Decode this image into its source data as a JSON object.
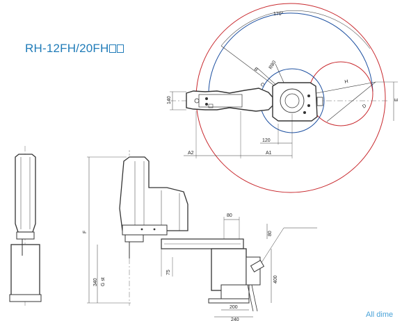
{
  "title": {
    "prefix": "RH-12FH/20FH"
  },
  "angle_label": "170°",
  "top_view": {
    "labels": {
      "B": "B",
      "R80": "R80",
      "C": "C",
      "H": "H",
      "D": "D",
      "E": "E",
      "A1": "A1",
      "A2": "A2"
    },
    "dims": {
      "d140": "140",
      "d120": "120"
    }
  },
  "side_view": {
    "labels": {
      "F": "F",
      "Gst": "G st"
    },
    "dims": {
      "d80a": "80",
      "d80b": "80",
      "d75": "75",
      "d340": "340",
      "d400": "400",
      "d200": "200",
      "d240": "240"
    }
  },
  "footnote": "All dime"
}
